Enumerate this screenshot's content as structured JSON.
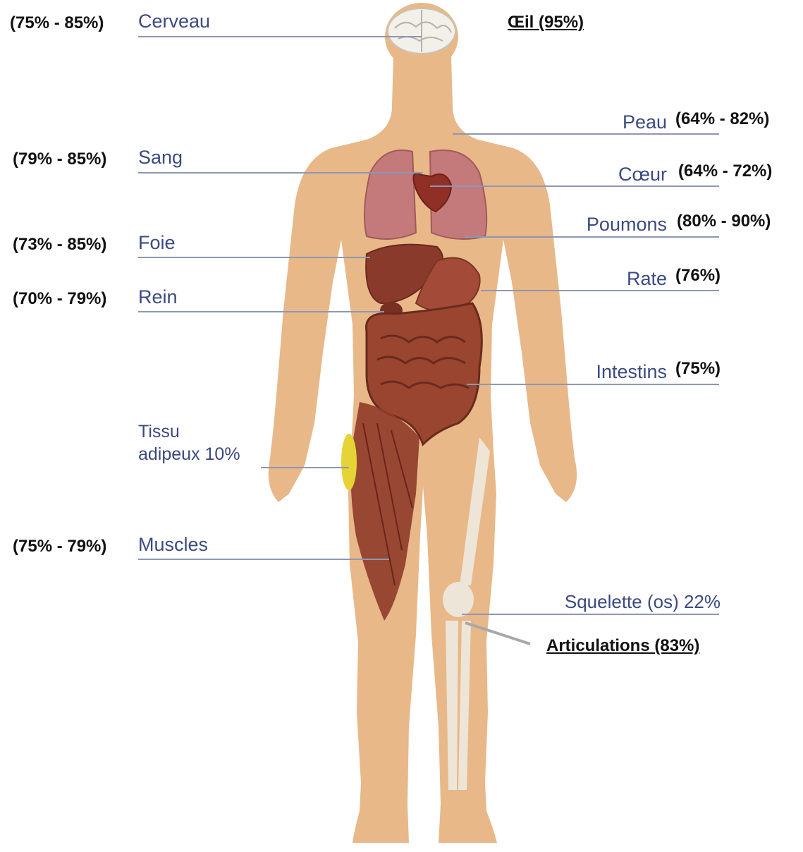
{
  "colors": {
    "skin": "#e8b888",
    "leader": "#8e97b3",
    "label": "#3c4a82",
    "value": "#111111",
    "muscle": "#8f3b2a",
    "organ": "#8f3e2f",
    "lung": "#c47a7a",
    "fat": "#e6d336",
    "bone": "#eeeae0"
  },
  "labels": {
    "cerveau": "Cerveau",
    "sang": "Sang",
    "foie": "Foie",
    "rein": "Rein",
    "tissu_line1": "Tissu",
    "tissu_line2": "adipeux 10%",
    "muscles": "Muscles",
    "peau": "Peau",
    "coeur": "Cœur",
    "poumons": "Poumons",
    "rate": "Rate",
    "intestins": "Intestins",
    "squelette": "Squelette (os) 22%"
  },
  "values": {
    "cerveau": "(75% - 85%)",
    "oeil": "Œil (95%)",
    "sang": "(79% - 85%)",
    "foie": "(73% - 85%)",
    "rein": "(70% - 79%)",
    "muscles": "(75% - 79%)",
    "peau": "(64% - 82%)",
    "coeur": "(64% - 72%)",
    "poumons": "(80% - 90%)",
    "rate": "(76%)",
    "intestins": "(75%)",
    "articulations": "Articulations (83%)"
  }
}
